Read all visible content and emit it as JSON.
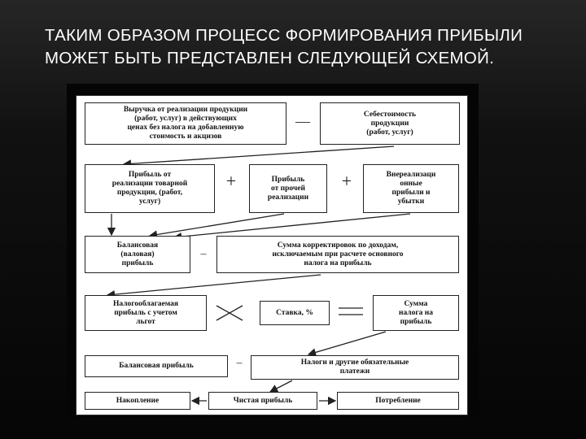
{
  "title": {
    "line1": "ТАКИМ ОБРАЗОМ ПРОЦЕСС ФОРМИРОВАНИЯ ПРИБЫЛИ",
    "line2": "МОЖЕТ БЫТЬ ПРЕДСТАВЛЕН СЛЕДУЮЩЕЙ СХЕМОЙ."
  },
  "diagram": {
    "revenue": "Выручка от реализации продукции\n(работ, услуг) в действующих\nценах без налога на добавленную\nстоимость и акцизов",
    "cost": "Себестоимость\nпродукции\n(работ, услуг)",
    "sales_profit": "Прибыль от\nреализации товарной\nпродукции, (работ,\nуслуг)",
    "other_profit": "Прибыль\nот прочей\nреализации",
    "nonoperating": "Внереализаци\nонные\nприбыли и\nубытки",
    "gross_profit": "Балансовая\n(валовая)\nприбыль",
    "adjustments": "Сумма корректировок по доходам,\nисключаемым при расчете основного\nналога на прибыль",
    "taxable_profit": "Налогооблагаемая\nприбыль с учетом\nльгот",
    "rate": "Ставка, %",
    "tax_amount": "Сумма\nналога на\nприбыль",
    "balance_profit": "Балансовая прибыль",
    "taxes": "Налоги и другие обязательные\nплатежи",
    "accumulation": "Накопление",
    "net_profit": "Чистая прибыль",
    "consumption": "Потребление",
    "op_minus": "—",
    "op_plus": "+",
    "op_minus_short": "–",
    "op_equals": "="
  }
}
